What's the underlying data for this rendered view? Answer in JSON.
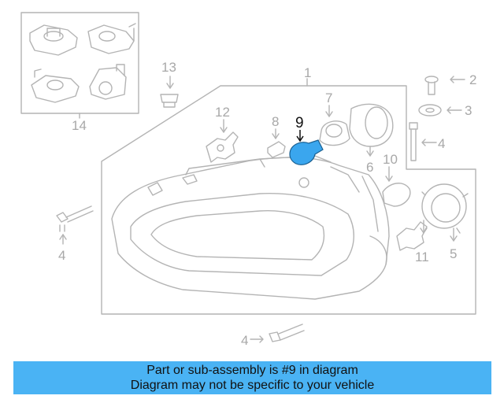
{
  "diagram": {
    "callouts": {
      "c1": "1",
      "c2": "2",
      "c3": "3",
      "c4a": "4",
      "c4b": "4",
      "c4c": "4",
      "c5": "5",
      "c6": "6",
      "c7": "7",
      "c8": "8",
      "c9": "9",
      "c10": "10",
      "c11": "11",
      "c12": "12",
      "c13": "13",
      "c14": "14"
    },
    "highlighted_part": "9",
    "colors": {
      "line": "#b4b4b4",
      "highlight": "#3aa6ee",
      "banner": "#4ab3f4"
    }
  },
  "banner": {
    "line1": "Part or sub-assembly is #9 in diagram",
    "line2": "Diagram may not be specific to your vehicle"
  }
}
